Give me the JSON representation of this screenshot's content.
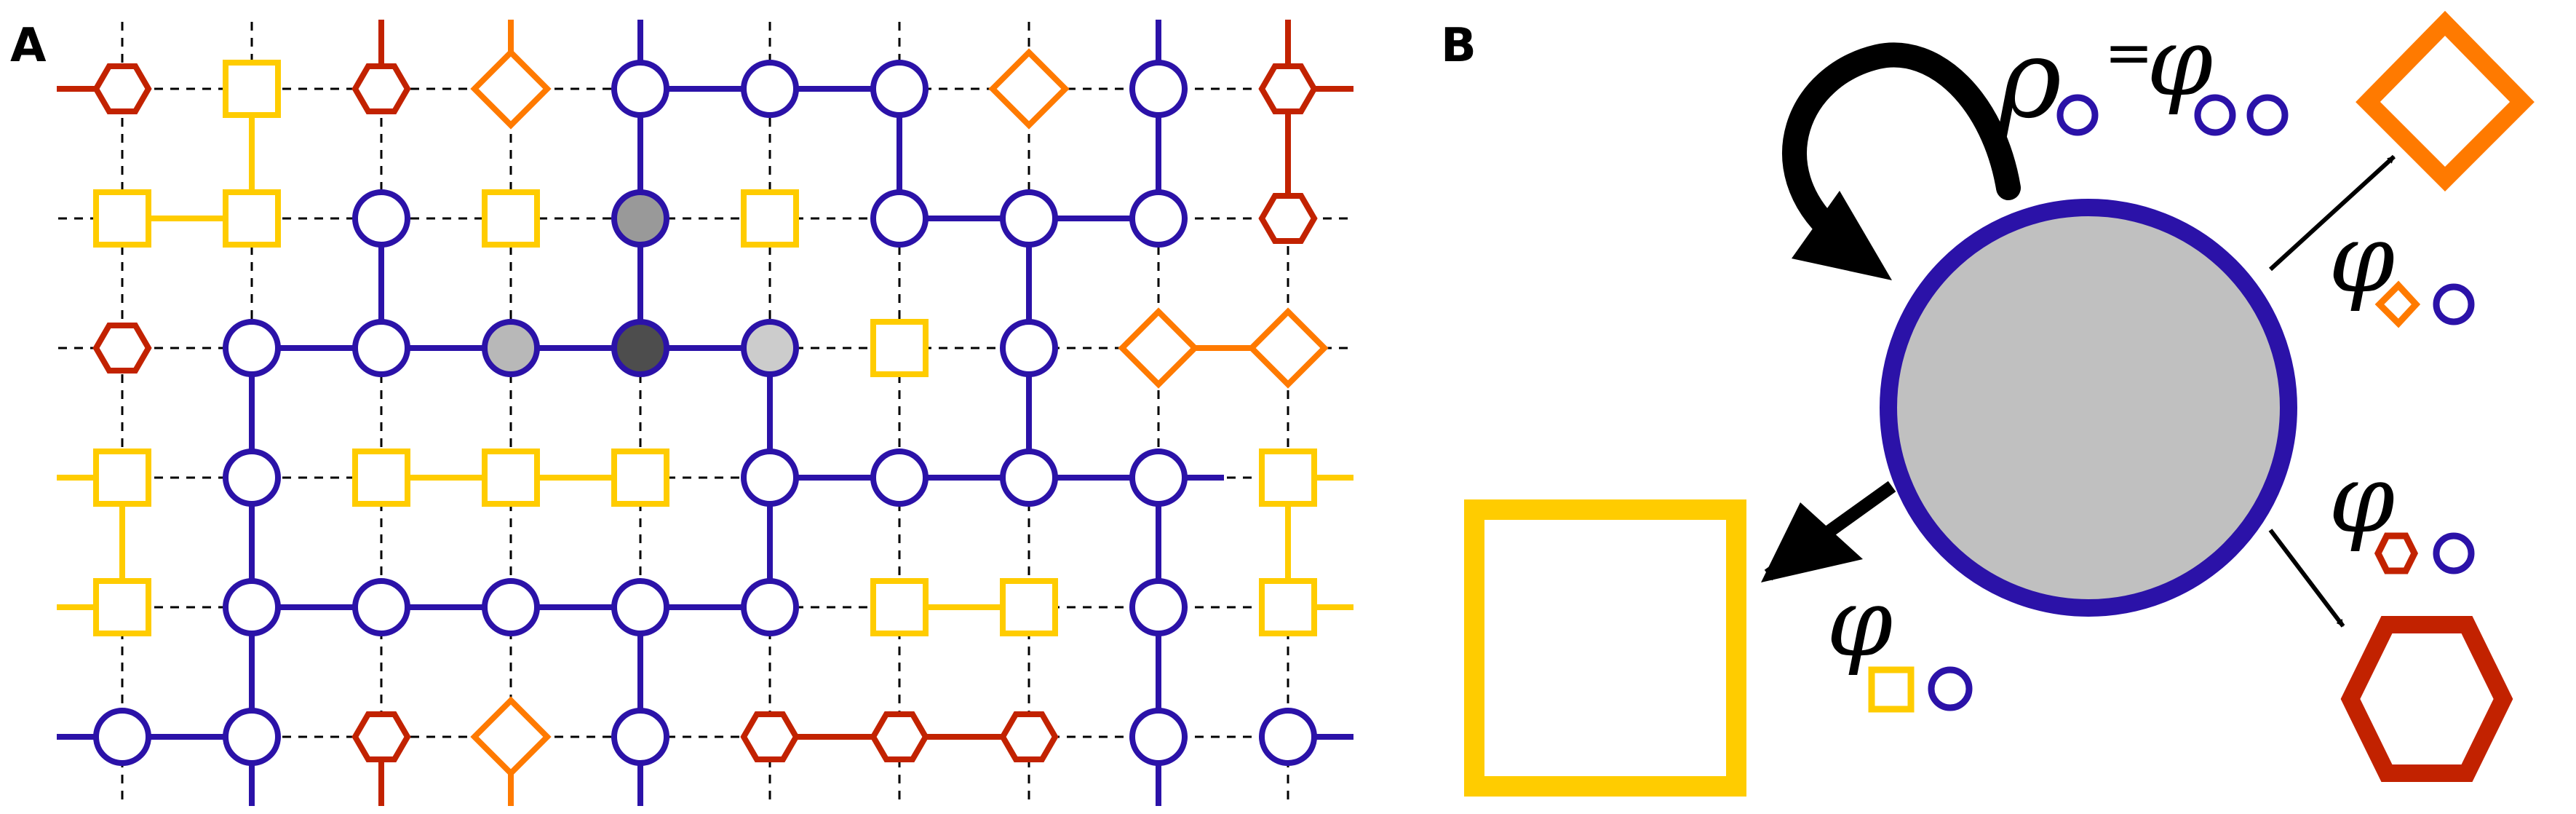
{
  "panels": {
    "a_label": "A",
    "b_label": "B"
  },
  "colors": {
    "blue": "#2b12a8",
    "yellow": "#ffcc00",
    "orange": "#ff7a00",
    "red": "#c22200",
    "gray_center": "#c0c0c0",
    "dark_gray": "#4d4d4d",
    "mid_gray": "#999999",
    "light_gray": "#cccccc",
    "black": "#000000"
  },
  "lattice": {
    "rows": [
      [
        "R",
        "Y",
        "R",
        "O",
        "B",
        "B",
        "B",
        "O",
        "B",
        "R"
      ],
      [
        "Y",
        "Y",
        "B",
        "Y",
        "B",
        "Y",
        "B",
        "B",
        "B",
        "R"
      ],
      [
        "R",
        "B",
        "B",
        "B",
        "B",
        "B",
        "Y",
        "B",
        "O",
        "O"
      ],
      [
        "Y",
        "B",
        "Y",
        "Y",
        "Y",
        "B",
        "B",
        "B",
        "B",
        "Y"
      ],
      [
        "Y",
        "B",
        "B",
        "B",
        "B",
        "B",
        "Y",
        "Y",
        "B",
        "Y"
      ],
      [
        "B",
        "B",
        "R",
        "O",
        "B",
        "R",
        "R",
        "R",
        "B",
        "B"
      ]
    ],
    "fills": [
      {
        "row": 1,
        "col": 4,
        "fill": "mid"
      },
      {
        "row": 2,
        "col": 3,
        "fill": "light_mid"
      },
      {
        "row": 2,
        "col": 4,
        "fill": "dark"
      },
      {
        "row": 2,
        "col": 5,
        "fill": "light"
      }
    ],
    "bonds": [
      {
        "r1": 0,
        "c1": 4,
        "r2": 0,
        "c2": 5
      },
      {
        "r1": 0,
        "c1": 5,
        "r2": 0,
        "c2": 6
      },
      {
        "r1": 0,
        "c1": 4,
        "r2": 1,
        "c2": 4
      },
      {
        "r1": 0,
        "c1": 6,
        "r2": 1,
        "c2": 6
      },
      {
        "r1": 0,
        "c1": 1,
        "r2": 1,
        "c2": 1
      },
      {
        "r1": 0,
        "c1": 9,
        "r2": 1,
        "c2": 9
      },
      {
        "r1": 0,
        "c1": 8,
        "r2": 1,
        "c2": 8
      },
      {
        "r1": 1,
        "c1": 0,
        "r2": 1,
        "c2": 1
      },
      {
        "r1": 1,
        "c1": 6,
        "r2": 1,
        "c2": 7
      },
      {
        "r1": 1,
        "c1": 7,
        "r2": 1,
        "c2": 8
      },
      {
        "r1": 1,
        "c1": 2,
        "r2": 2,
        "c2": 2
      },
      {
        "r1": 1,
        "c1": 4,
        "r2": 2,
        "c2": 4
      },
      {
        "r1": 1,
        "c1": 7,
        "r2": 2,
        "c2": 7
      },
      {
        "r1": 2,
        "c1": 1,
        "r2": 2,
        "c2": 2
      },
      {
        "r1": 2,
        "c1": 2,
        "r2": 2,
        "c2": 3
      },
      {
        "r1": 2,
        "c1": 3,
        "r2": 2,
        "c2": 4
      },
      {
        "r1": 2,
        "c1": 4,
        "r2": 2,
        "c2": 5
      },
      {
        "r1": 2,
        "c1": 8,
        "r2": 2,
        "c2": 9
      },
      {
        "r1": 2,
        "c1": 1,
        "r2": 3,
        "c2": 1
      },
      {
        "r1": 2,
        "c1": 5,
        "r2": 3,
        "c2": 5
      },
      {
        "r1": 2,
        "c1": 7,
        "r2": 3,
        "c2": 7
      },
      {
        "r1": 3,
        "c1": 2,
        "r2": 3,
        "c2": 3
      },
      {
        "r1": 3,
        "c1": 3,
        "r2": 3,
        "c2": 4
      },
      {
        "r1": 3,
        "c1": 5,
        "r2": 3,
        "c2": 6
      },
      {
        "r1": 3,
        "c1": 6,
        "r2": 3,
        "c2": 7
      },
      {
        "r1": 3,
        "c1": 7,
        "r2": 3,
        "c2": 8
      },
      {
        "r1": 3,
        "c1": 0,
        "r2": 4,
        "c2": 0
      },
      {
        "r1": 3,
        "c1": 1,
        "r2": 4,
        "c2": 1
      },
      {
        "r1": 3,
        "c1": 5,
        "r2": 4,
        "c2": 5
      },
      {
        "r1": 3,
        "c1": 8,
        "r2": 4,
        "c2": 8
      },
      {
        "r1": 3,
        "c1": 9,
        "r2": 4,
        "c2": 9
      },
      {
        "r1": 4,
        "c1": 1,
        "r2": 4,
        "c2": 2
      },
      {
        "r1": 4,
        "c1": 2,
        "r2": 4,
        "c2": 3
      },
      {
        "r1": 4,
        "c1": 3,
        "r2": 4,
        "c2": 4
      },
      {
        "r1": 4,
        "c1": 4,
        "r2": 4,
        "c2": 5
      },
      {
        "r1": 4,
        "c1": 6,
        "r2": 4,
        "c2": 7
      },
      {
        "r1": 4,
        "c1": 1,
        "r2": 5,
        "c2": 1
      },
      {
        "r1": 4,
        "c1": 4,
        "r2": 5,
        "c2": 4
      },
      {
        "r1": 4,
        "c1": 8,
        "r2": 5,
        "c2": 8
      },
      {
        "r1": 5,
        "c1": 0,
        "r2": 5,
        "c2": 1
      },
      {
        "r1": 5,
        "c1": 5,
        "r2": 5,
        "c2": 6
      },
      {
        "r1": 5,
        "c1": 6,
        "r2": 5,
        "c2": 7
      }
    ],
    "edge_stubs": [
      {
        "r": 0,
        "c": 0,
        "dir": "left"
      },
      {
        "r": 0,
        "c": 9,
        "dir": "right"
      },
      {
        "r": 0,
        "c": 2,
        "dir": "up"
      },
      {
        "r": 0,
        "c": 3,
        "dir": "up"
      },
      {
        "r": 0,
        "c": 4,
        "dir": "up"
      },
      {
        "r": 0,
        "c": 8,
        "dir": "up"
      },
      {
        "r": 0,
        "c": 9,
        "dir": "up"
      },
      {
        "r": 3,
        "c": 0,
        "dir": "left"
      },
      {
        "r": 3,
        "c": 9,
        "dir": "right"
      },
      {
        "r": 3,
        "c": 8,
        "dir": "right"
      },
      {
        "r": 4,
        "c": 0,
        "dir": "left"
      },
      {
        "r": 4,
        "c": 9,
        "dir": "right"
      },
      {
        "r": 5,
        "c": 0,
        "dir": "left"
      },
      {
        "r": 5,
        "c": 9,
        "dir": "right"
      },
      {
        "r": 5,
        "c": 1,
        "dir": "down"
      },
      {
        "r": 5,
        "c": 2,
        "dir": "down"
      },
      {
        "r": 5,
        "c": 3,
        "dir": "down"
      },
      {
        "r": 5,
        "c": 4,
        "dir": "down"
      },
      {
        "r": 5,
        "c": 8,
        "dir": "down"
      }
    ]
  },
  "schematic": {
    "rho_symbol": "ρ",
    "phi_symbol": "φ",
    "equals": "="
  }
}
